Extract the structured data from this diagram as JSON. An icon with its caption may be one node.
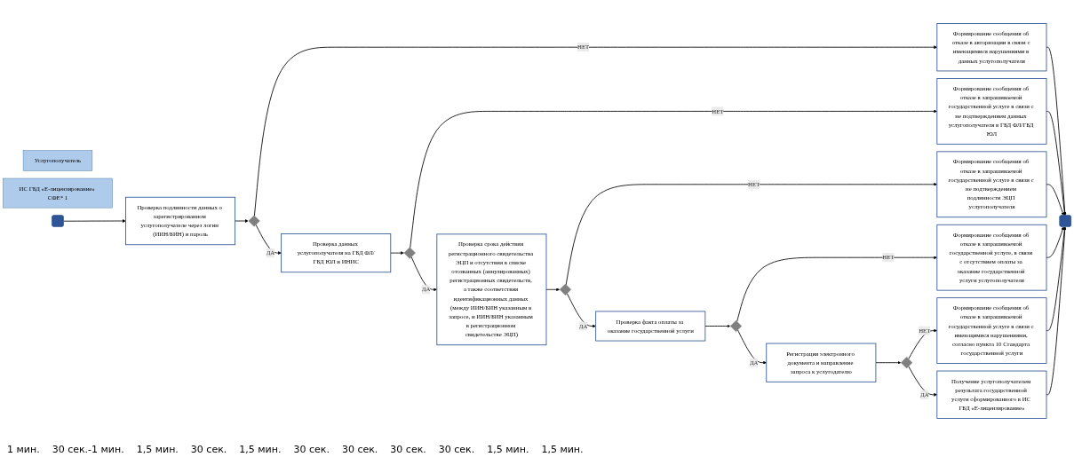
{
  "diagram": {
    "nodes": [
      {
        "text": [
          "Услугополучатель"
        ]
      },
      {
        "text": [
          "ИС ГБД «Е-лицензирование» СФЕ* 1"
        ]
      },
      {
        "text": [],
        "shape": "box"
      },
      {
        "text": [
          "Проверка подлинности данных о зарегистрированном услугополучателе через логин (ИИН/БИН) и пароль"
        ]
      },
      {
        "text": [],
        "shape": "diamond"
      },
      {
        "text": [
          "Проверка данных услугополучателя на ГБД ФЛ/ГБД ЮЛ и ИНИС"
        ]
      },
      {
        "text": [
          "Формирование сообщения об отказе в авторизации в связи с имеющимися нарушениями в данных услугополучателя"
        ]
      },
      {
        "text": [
          "Проверка срока действия регистрационного свидетельства ЭЦП и отсутствия в списке отозванных (аннулированных) регистрационных свидетельств, а также соответствия идентификационных данных (между ИИН/БИН указанным в запросе, и ИИН/БИН указанным в регистрационном свидетельстве ЭЦП)"
        ]
      },
      {
        "text": [],
        "shape": "diamond"
      },
      {
        "text": [
          "Формирование сообщения об отказе в запрашиваемой государственной услуге в связи с не подтверждением данных услугополучателя в ГБД ФЛ/ГБД ЮЛ"
        ]
      },
      {
        "text": [],
        "shape": "diamond"
      },
      {
        "text": [
          "Формирование сообщения об отказе в запрашиваемой государственной услуге в связи с не подтверждением подлинности ЭЦП услугополучателя"
        ]
      },
      {
        "text": [
          "Проверка факта оплаты за оказание государственной услуги"
        ]
      },
      {
        "text": [],
        "shape": "diamond"
      },
      {
        "text": [
          "Формирование сообщения об отказе в запрашиваемой государственной услуге, в связи с отсутствием оплаты за оказание государственной услуги услугополучателя"
        ]
      },
      {
        "text": [
          "Регистрация электронного документа и направление запроса к услугодателю"
        ]
      },
      {
        "text": [],
        "shape": "diamond"
      },
      {
        "text": [
          "Формирование сообщения об отказе в запрашиваемой государственной услуге в связи с имеющимися нарушениями, согласно пункта 10 Стандарта государственной услуги"
        ]
      },
      {
        "text": [
          "Получение услугополучателем результата государственной услуги сформированного в ИС ГБД «Е-лицензирование»"
        ]
      },
      {
        "text": [],
        "shape": "box"
      }
    ],
    "edges": [
      {
        "from": 2,
        "to": 3,
        "arrow": "to"
      },
      {
        "from": 3,
        "to": 4,
        "arrow": "to"
      },
      {
        "from": 4,
        "to": 5,
        "arrow": "to",
        "label": "ДА"
      },
      {
        "from": 4,
        "to": 6,
        "arrow": "to",
        "label": "НЕТ"
      },
      {
        "from": 5,
        "to": 8,
        "arrow": "to"
      },
      {
        "from": 8,
        "to": 7,
        "arrow": "to",
        "label": "ДА"
      },
      {
        "from": 8,
        "to": 9,
        "arrow": "to",
        "label": "НЕТ"
      },
      {
        "from": 7,
        "to": 10,
        "arrow": "to"
      },
      {
        "from": 10,
        "to": 12,
        "arrow": "to",
        "label": "ДА"
      },
      {
        "from": 10,
        "to": 11,
        "arrow": "to",
        "label": "НЕТ"
      },
      {
        "from": 12,
        "to": 13,
        "arrow": "to"
      },
      {
        "from": 13,
        "to": 15,
        "arrow": "to",
        "label": "ДА"
      },
      {
        "from": 13,
        "to": 14,
        "arrow": "to",
        "label": "НЕТ"
      },
      {
        "from": 15,
        "to": 16,
        "arrow": "to"
      },
      {
        "from": 16,
        "to": 17,
        "arrow": "to",
        "label": "НЕТ"
      },
      {
        "from": 16,
        "to": 18,
        "arrow": "to",
        "label": "ДА"
      },
      {
        "from": 6,
        "to": 19,
        "arrow": "to"
      },
      {
        "from": 9,
        "to": 19,
        "arrow": "to"
      },
      {
        "from": 11,
        "to": 19,
        "arrow": "to"
      },
      {
        "from": 14,
        "to": 19,
        "arrow": "to"
      },
      {
        "from": 17,
        "to": 19,
        "arrow": "to"
      },
      {
        "from": 18,
        "to": 19,
        "arrow": "to"
      }
    ],
    "labels": [
      "1 мин.",
      "30 сек.-1 мин.",
      "1,5 мин.",
      "30 сек.",
      "1,5 мин.",
      "30 сек.",
      "30 сек.",
      "30 сек.",
      "30 сек.",
      "1,5 мин.",
      "1,5 мин."
    ]
  }
}
